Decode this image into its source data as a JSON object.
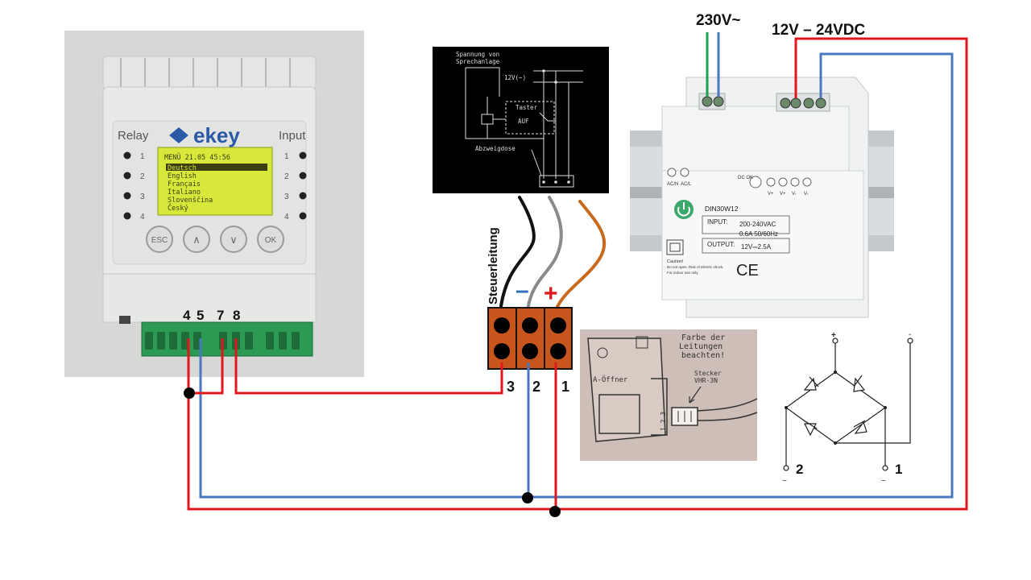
{
  "labels": {
    "mains": "230V~",
    "dc": "12V – 24VDC",
    "cable": "Steuerleitung",
    "minus": "–",
    "plus": "+",
    "term3": "3",
    "term2": "2",
    "term1": "1",
    "ctrl_4": "4",
    "ctrl_5": "5",
    "ctrl_7": "7",
    "ctrl_8": "8",
    "bridge_plus": "+",
    "bridge_minus": "-",
    "bridge_ac2": "2",
    "bridge_ac1": "1",
    "tilde": "~"
  },
  "controller": {
    "brand": "ekey",
    "relay_label": "Relay",
    "input_label": "Input",
    "relay_nums": [
      "1",
      "2",
      "3",
      "4"
    ],
    "input_nums": [
      "1",
      "2",
      "3",
      "4"
    ],
    "lcd_lines": [
      "MENÜ      21.05 45:56",
      "Deutsch",
      "English",
      "Français",
      "Italiano",
      "Slovenščina",
      "Český"
    ],
    "buttons": [
      "ESC",
      "∧",
      "∨",
      "OK"
    ]
  },
  "schematic": {
    "title1": "Spannung von",
    "title2": "Sprechanlage",
    "voltage": "12V(~)",
    "taster": "Taster",
    "auf": "AUF",
    "junction": "Abzweigdose"
  },
  "psu": {
    "pin_labels": [
      "AC/N",
      "AC/L",
      "V+",
      "V+",
      "V-",
      "V-"
    ],
    "dcok": "DC OK",
    "model": "DIN30W12",
    "input_label": "INPUT:",
    "input_value": "200-240VAC",
    "input_value2": "0.6A  50/60Hz",
    "output_label": "OUTPUT:",
    "output_value": "12V⎓2.5A",
    "ce": "CE",
    "caution": "Caution!",
    "caution2": "Do not open. Risk of electric shock.",
    "caution3": "For indoor use only."
  },
  "opener": {
    "note1": "Farbe der",
    "note2": "Leitungen",
    "note3": "beachten!",
    "part": "A-Öffner",
    "plug1": "Stecker",
    "plug2": "VHR-3N",
    "pins": "1 2 3"
  },
  "colors": {
    "red": "#e0161c",
    "blue": "#4a78c0",
    "green": "#1ea052",
    "black": "#111111",
    "gray": "#8a8a8a",
    "brown": "#c86a1e",
    "terminal": "#c8551c"
  }
}
